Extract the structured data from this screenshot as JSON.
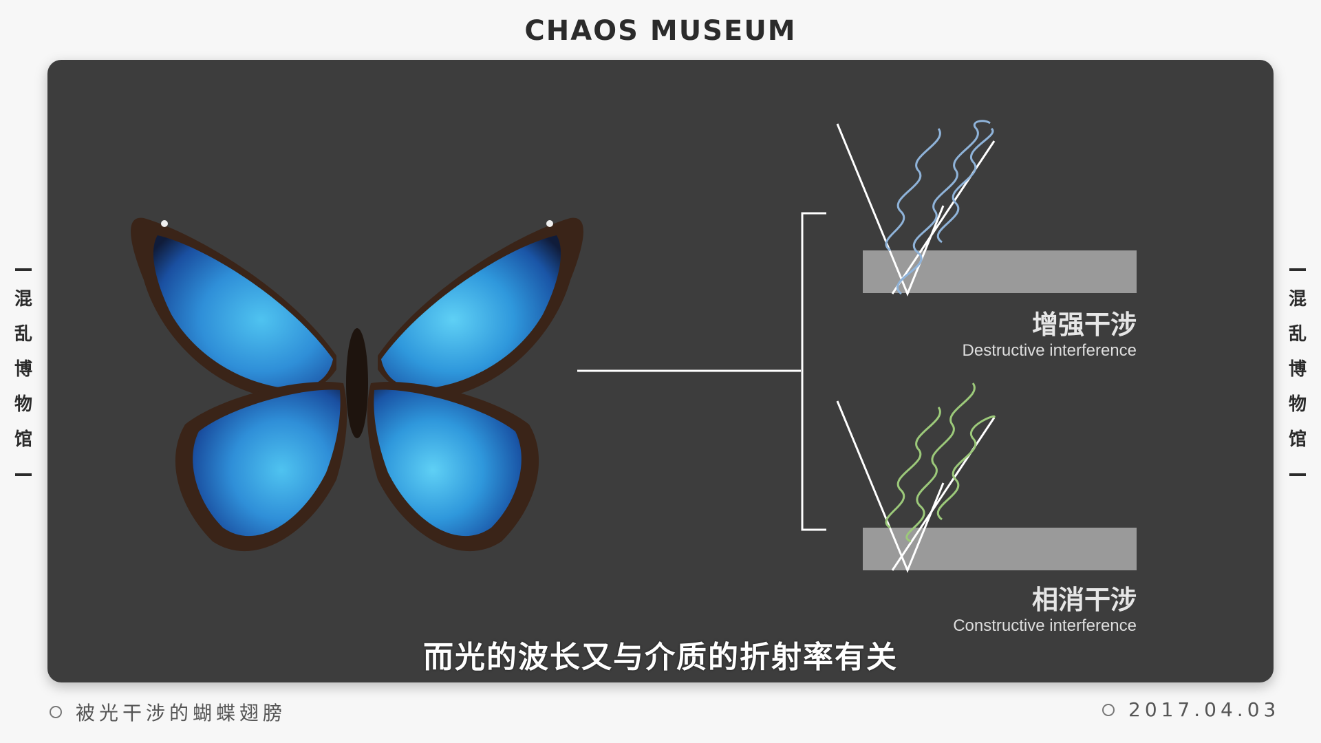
{
  "header": {
    "title": "CHAOS MUSEUM"
  },
  "side_label": {
    "chars": [
      "混",
      "乱",
      "博",
      "物",
      "馆"
    ]
  },
  "diagram": {
    "top": {
      "label_cn": "增强干涉",
      "label_en": "Destructive interference",
      "wave_color": "#8fb3d9"
    },
    "bottom": {
      "label_cn": "相消干涉",
      "label_en": "Constructive interference",
      "wave_color": "#9cc97a"
    }
  },
  "subtitle": "而光的波长又与介质的折射率有关",
  "footer": {
    "left_text": "被光干涉的蝴蝶翅膀",
    "right_text": "2017.04.03"
  },
  "colors": {
    "panel": "#3d3d3d",
    "slab": "#9a9a9a",
    "wing_blue": "#2f8fd8"
  }
}
